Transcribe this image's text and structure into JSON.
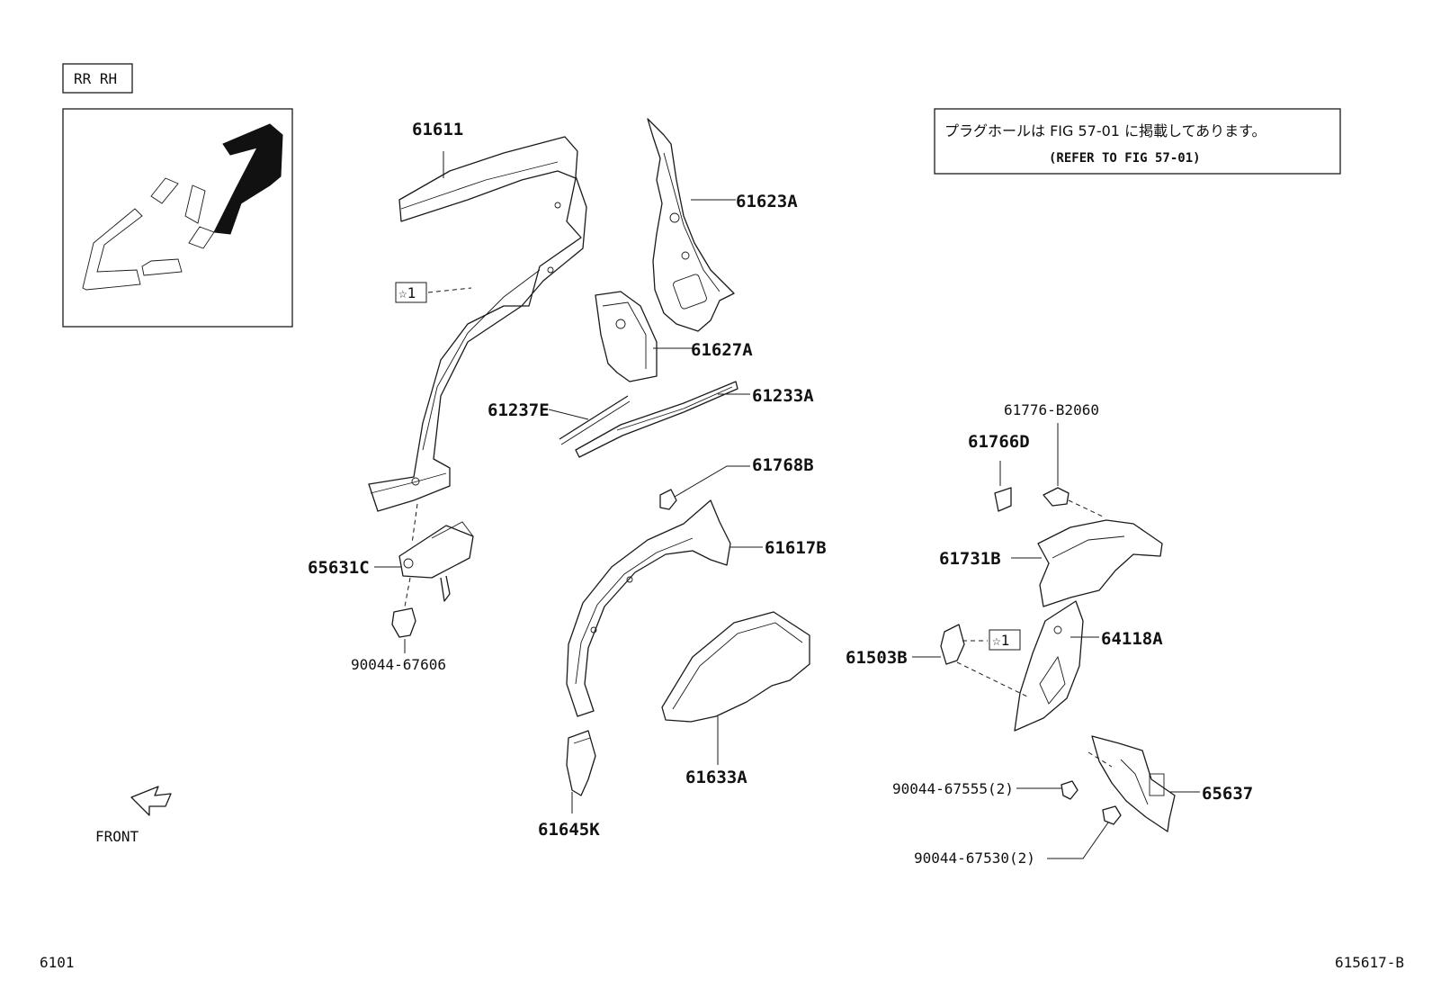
{
  "view_label": "RR RH",
  "note": {
    "line1": "プラグホールは FIG 57-01 に掲載してあります。",
    "line2": "(REFER TO FIG 57-01)"
  },
  "reference_mark": "☆1",
  "direction_label": "FRONT",
  "parts": {
    "p61611": "61611",
    "p61623A": "61623A",
    "p61627A": "61627A",
    "p61237E": "61237E",
    "p61233A": "61233A",
    "p61768B": "61768B",
    "p61617B": "61617B",
    "p65631C": "65631C",
    "p90044_67606": "90044-67606",
    "p61633A": "61633A",
    "p61645K": "61645K",
    "p61776_B2060": "61776-B2060",
    "p61766D": "61766D",
    "p61731B": "61731B",
    "p64118A": "64118A",
    "p61503B": "61503B",
    "p90044_67555": "90044-67555(2)",
    "p65637": "65637",
    "p90044_67530": "90044-67530(2)"
  },
  "footer": {
    "left_code": "6101",
    "right_code": "615617-B"
  }
}
